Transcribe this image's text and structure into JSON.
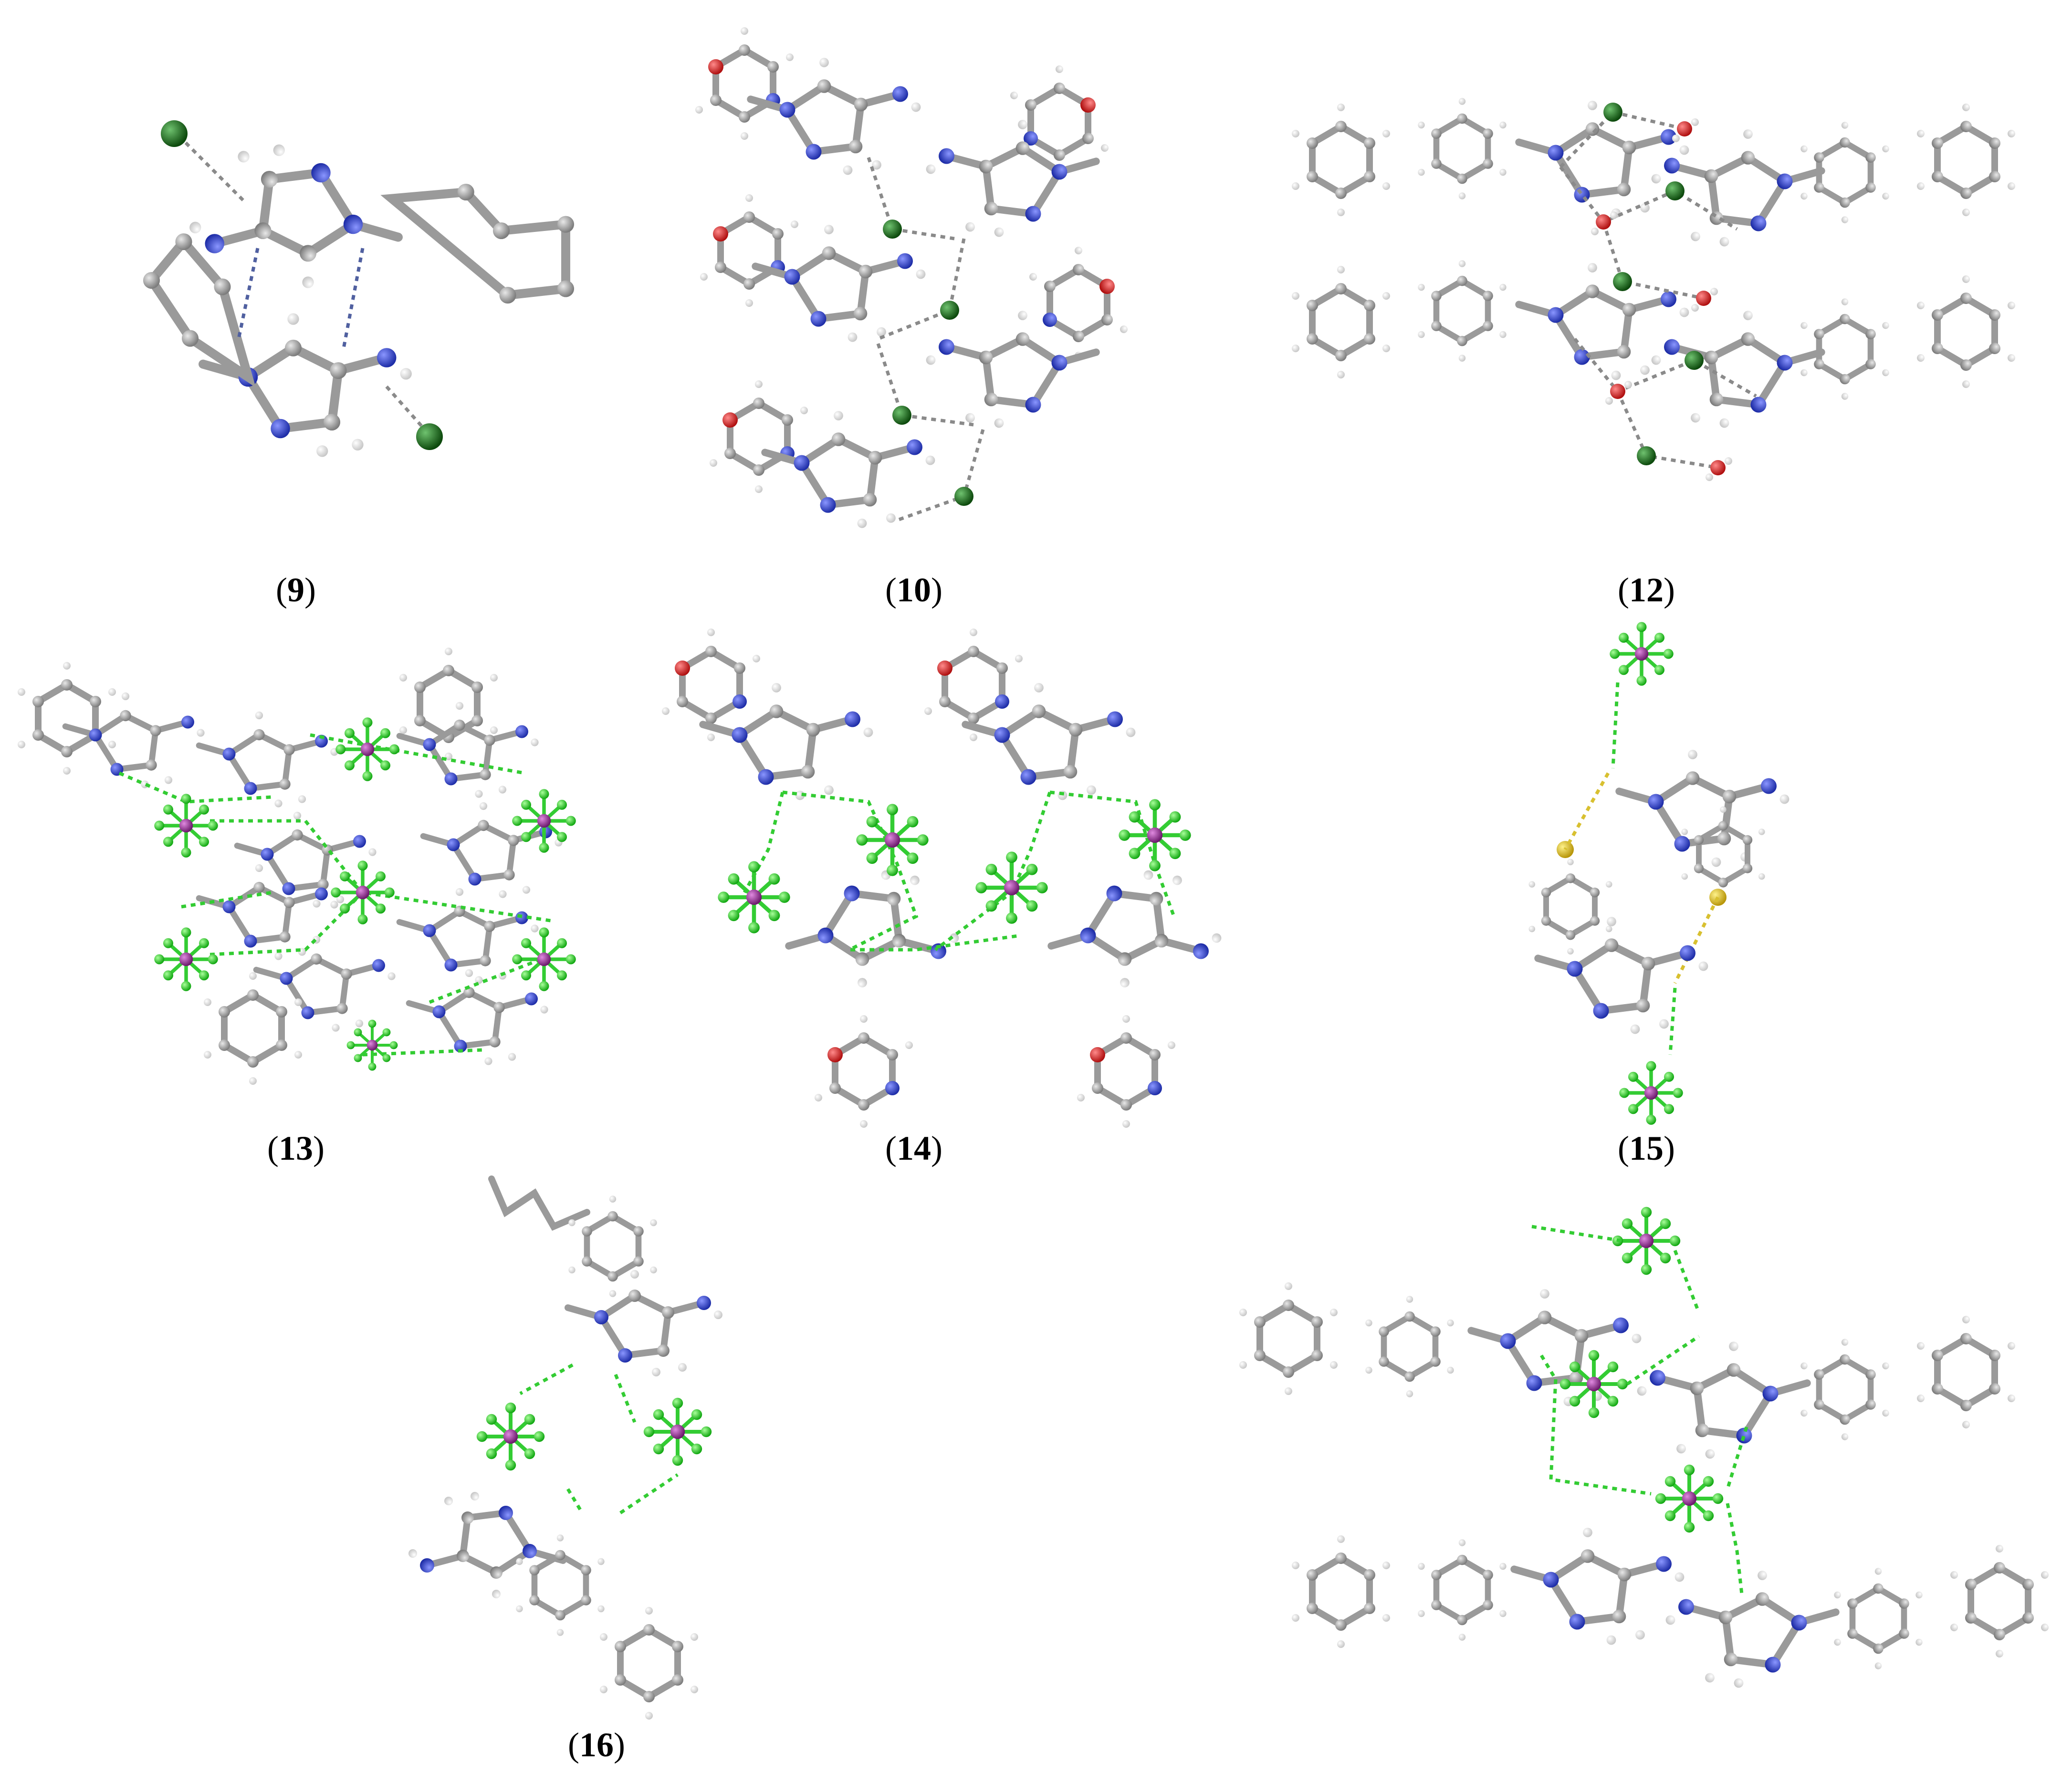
{
  "captions": {
    "p9": {
      "open": "(",
      "num": "9",
      "close": ")"
    },
    "p10": {
      "open": "(",
      "num": "10",
      "close": ")"
    },
    "p12": {
      "open": "(",
      "num": "12",
      "close": ")"
    },
    "p13": {
      "open": "(",
      "num": "13",
      "close": ")"
    },
    "p14": {
      "open": "(",
      "num": "14",
      "close": ")"
    },
    "p15": {
      "open": "(",
      "num": "15",
      "close": ")"
    },
    "p16": {
      "open": "(",
      "num": "16",
      "close": ")"
    }
  },
  "colors": {
    "carbon": "#9a9a9a",
    "nitrogen": "#3a49c8",
    "oxygen": "#d42020",
    "hydrogen": "#f2f2f2",
    "chloride": "#1f6e1f",
    "fluorine": "#22cc22",
    "phosphorus": "#9b2f9b",
    "sulfur": "#e0c020",
    "hbond_blue": "#5060a0",
    "hbond_grey": "#8a8a8a",
    "hbond_green": "#33cc33",
    "hbond_yellow": "#d8c030"
  }
}
